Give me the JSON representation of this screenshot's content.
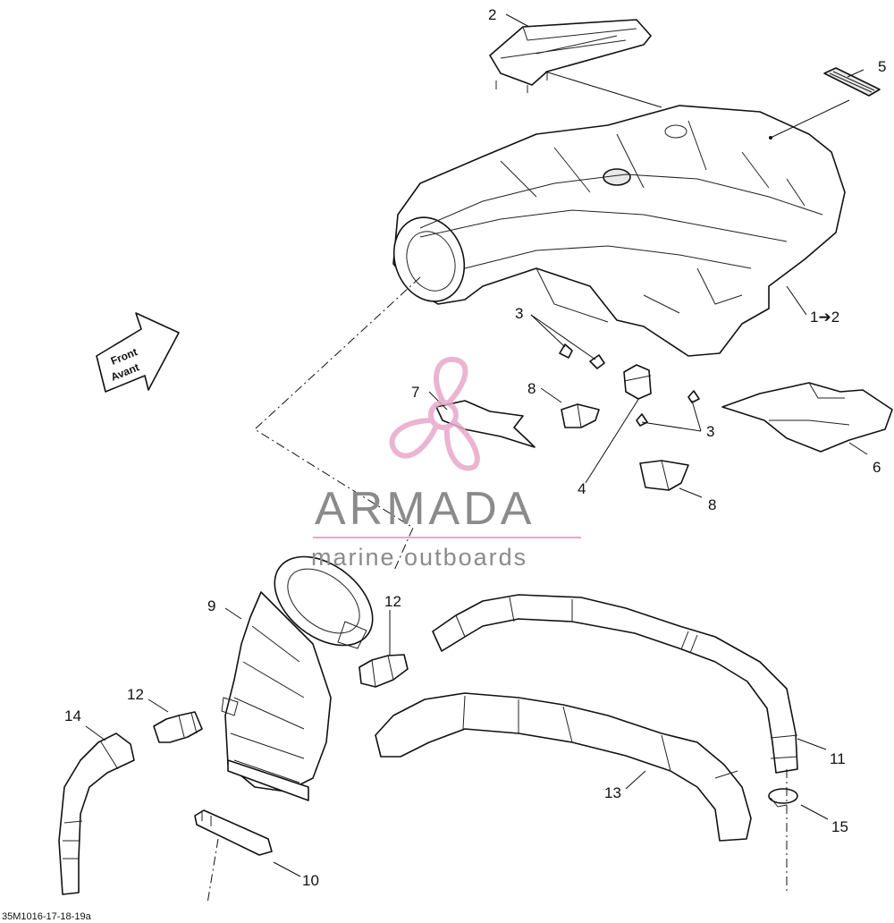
{
  "callouts": {
    "c2": "2",
    "c5": "5",
    "c12": "1➔2",
    "c3a": "3",
    "c3b": "3",
    "c7": "7",
    "c8a": "8",
    "c8b": "8",
    "c4": "4",
    "c6": "6",
    "c9": "9",
    "c12a": "12",
    "c12b": "12",
    "c14": "14",
    "c11": "11",
    "c13": "13",
    "c15": "15",
    "c10": "10"
  },
  "direction_arrow": {
    "line1": "Front",
    "line2": "Avant"
  },
  "watermark": {
    "title": "ARMADA",
    "subtitle": "marine outboards",
    "logo_color": "#e8a7c8"
  },
  "footer_code": "35M1016-17-18-19a",
  "icons": {
    "logo": "propeller-logo-icon",
    "direction": "front-arrow-icon"
  }
}
